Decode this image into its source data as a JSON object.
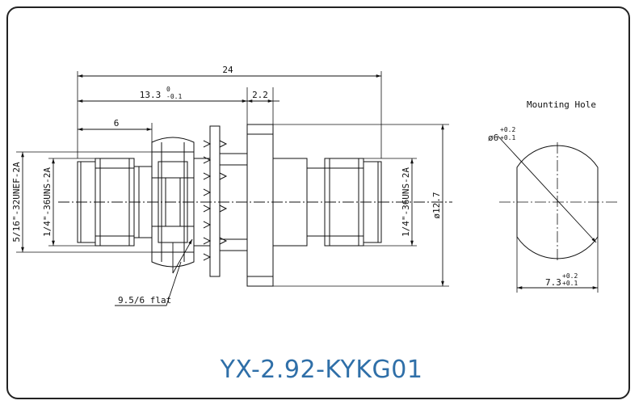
{
  "part_number": "YX-2.92-KYKG01",
  "dimensions": {
    "overall_length": "24",
    "body_length": "13.3",
    "body_length_tol_upper": "0",
    "body_length_tol_lower": "-0.1",
    "flange_thickness": "2.2",
    "thread_length": "6",
    "flange_diameter": "ø12.7",
    "hex_flat": "9.5/6 flat",
    "thread_outer": "5/16\"-32UNEF-2A",
    "thread_left": "1/4\"-36UNS-2A",
    "thread_right": "1/4\"-36UNS-2A"
  },
  "mounting_hole": {
    "title": "Mounting Hole",
    "diameter": "ø6",
    "diameter_tol_upper": "+0.2",
    "diameter_tol_lower": "+0.1",
    "flat_width": "7.3",
    "flat_tol_upper": "+0.2",
    "flat_tol_lower": "+0.1"
  }
}
